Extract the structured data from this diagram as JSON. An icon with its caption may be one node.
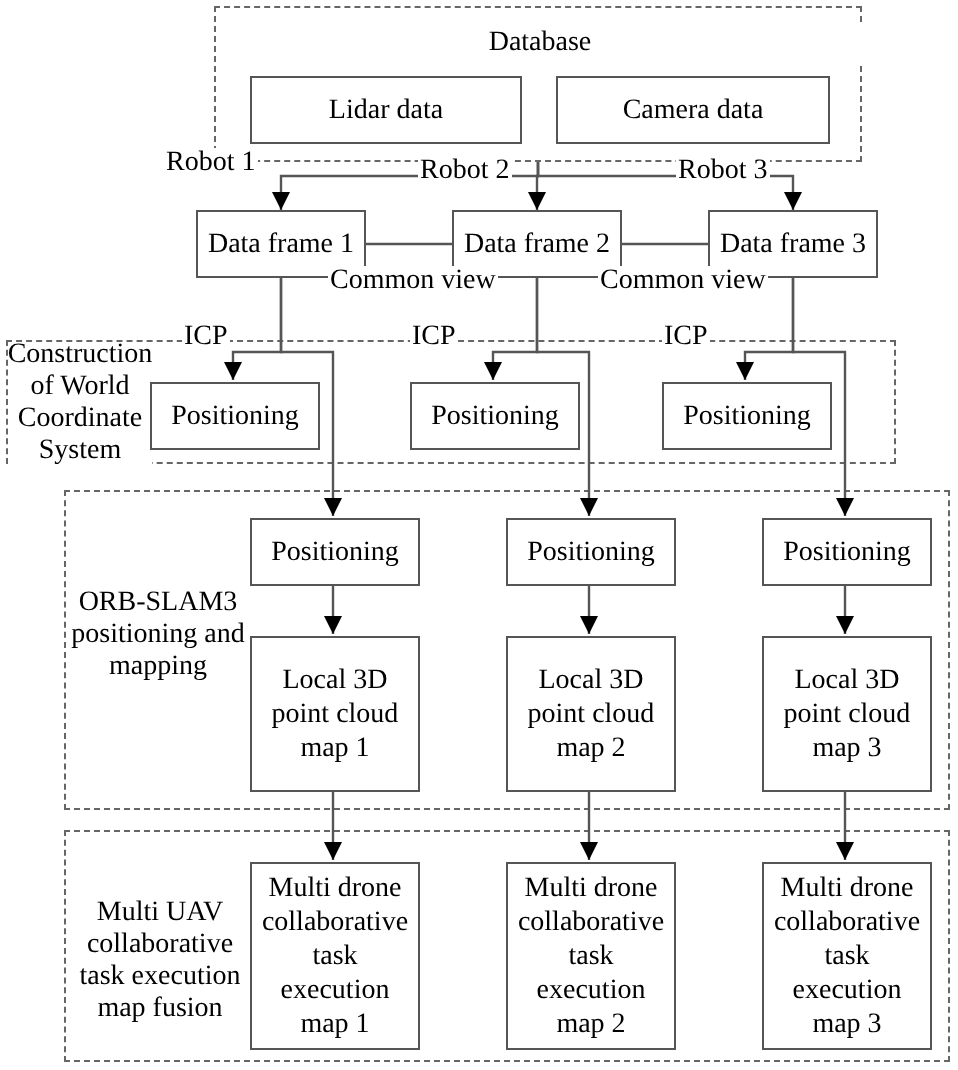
{
  "diagram": {
    "nodes": [
      {
        "text": [
          "Database"
        ]
      },
      {
        "text": [
          "Lidar data"
        ],
        "in": 0
      },
      {
        "text": [
          "Camera data"
        ],
        "in": 0
      },
      {
        "text": [
          "Data frame 1"
        ]
      },
      {
        "text": [
          "Data frame 2"
        ]
      },
      {
        "text": [
          "Data frame 3"
        ]
      },
      {
        "text": [
          "Construction of World Coordinate System"
        ]
      },
      {
        "text": [
          "Positioning"
        ],
        "in": 6
      },
      {
        "text": [
          "Positioning"
        ],
        "in": 6
      },
      {
        "text": [
          "Positioning"
        ],
        "in": 6
      },
      {
        "text": [
          "ORB-SLAM3 positioning and mapping"
        ]
      },
      {
        "text": [
          "Positioning"
        ],
        "in": 10
      },
      {
        "text": [
          "Positioning"
        ],
        "in": 10
      },
      {
        "text": [
          "Positioning"
        ],
        "in": 10
      },
      {
        "text": [
          "Local 3D point cloud map 1"
        ],
        "in": 10
      },
      {
        "text": [
          "Local 3D point cloud map 2"
        ],
        "in": 10
      },
      {
        "text": [
          "Local 3D point cloud map 3"
        ],
        "in": 10
      },
      {
        "text": [
          "Multi UAV collaborative task execution map fusion"
        ]
      },
      {
        "text": [
          "Multi drone collaborative task execution map 1"
        ],
        "in": 17
      },
      {
        "text": [
          "Multi drone collaborative task execution map 2"
        ],
        "in": 17
      },
      {
        "text": [
          "Multi drone collaborative task execution map 3"
        ],
        "in": 17
      }
    ],
    "edges": [
      {
        "from": 0,
        "to": 3,
        "arrow": "to",
        "label": "Robot 1"
      },
      {
        "from": 0,
        "to": 4,
        "arrow": "to",
        "label": "Robot 2"
      },
      {
        "from": 0,
        "to": 5,
        "arrow": "to",
        "label": "Robot 3"
      },
      {
        "from": 3,
        "to": 4,
        "arrow": "none",
        "label": "Common view"
      },
      {
        "from": 4,
        "to": 5,
        "arrow": "none",
        "label": "Common view"
      },
      {
        "from": 3,
        "to": 7,
        "arrow": "to",
        "label": "ICP"
      },
      {
        "from": 3,
        "to": 11,
        "arrow": "to"
      },
      {
        "from": 4,
        "to": 8,
        "arrow": "to",
        "label": "ICP"
      },
      {
        "from": 4,
        "to": 12,
        "arrow": "to"
      },
      {
        "from": 5,
        "to": 9,
        "arrow": "to",
        "label": "ICP"
      },
      {
        "from": 5,
        "to": 13,
        "arrow": "to"
      },
      {
        "from": 11,
        "to": 14,
        "arrow": "to"
      },
      {
        "from": 12,
        "to": 15,
        "arrow": "to"
      },
      {
        "from": 13,
        "to": 16,
        "arrow": "to"
      },
      {
        "from": 14,
        "to": 18,
        "arrow": "to"
      },
      {
        "from": 15,
        "to": 19,
        "arrow": "to"
      },
      {
        "from": 16,
        "to": 20,
        "arrow": "to"
      }
    ]
  }
}
